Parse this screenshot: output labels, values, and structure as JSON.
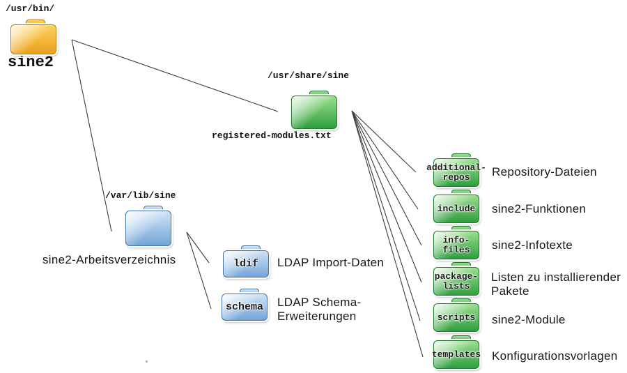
{
  "nodes": {
    "usr_bin": {
      "path": "/usr/bin/",
      "name": "sine2"
    },
    "usr_share_sine": {
      "path": "/usr/share/sine",
      "file": "registered-modules.txt"
    },
    "var_lib_sine": {
      "path": "/var/lib/sine",
      "description": "sine2-Arbeitsverzeichnis"
    },
    "ldif": {
      "name": "ldif",
      "description": "LDAP Import-Daten"
    },
    "schema": {
      "name": "schema",
      "description_line1": "LDAP Schema-",
      "description_line2": "Erweiterungen"
    },
    "additional_repos": {
      "name_line1": "additional-",
      "name_line2": "repos",
      "description": "Repository-Dateien"
    },
    "include": {
      "name": "include",
      "description": "sine2-Funktionen"
    },
    "info_files": {
      "name_line1": "info-",
      "name_line2": "files",
      "description": "sine2-Infotexte"
    },
    "package_lists": {
      "name_line1": "package-",
      "name_line2": "lists",
      "description": "Listen zu installierender Pakete"
    },
    "scripts": {
      "name": "scripts",
      "description": "sine2-Module"
    },
    "templates": {
      "name": "templates",
      "description": "Konfigurationsvorlagen"
    }
  },
  "edges": [
    {
      "from": "sine2 (/usr/bin/)",
      "to": "/usr/share/sine"
    },
    {
      "from": "sine2 (/usr/bin/)",
      "to": "/var/lib/sine"
    },
    {
      "from": "/var/lib/sine",
      "to": "ldif"
    },
    {
      "from": "/var/lib/sine",
      "to": "schema"
    },
    {
      "from": "/usr/share/sine",
      "to": "additional-repos"
    },
    {
      "from": "/usr/share/sine",
      "to": "include"
    },
    {
      "from": "/usr/share/sine",
      "to": "info-files"
    },
    {
      "from": "/usr/share/sine",
      "to": "package-lists"
    },
    {
      "from": "/usr/share/sine",
      "to": "scripts"
    },
    {
      "from": "/usr/share/sine",
      "to": "templates"
    }
  ],
  "colors": {
    "folder_orange": "#EC9F1B",
    "folder_green": "#2F9E3F",
    "folder_blue": "#74A5D8",
    "connector_line": "#3B3B3B",
    "text": "#141414",
    "background": "#FFFFFF"
  }
}
